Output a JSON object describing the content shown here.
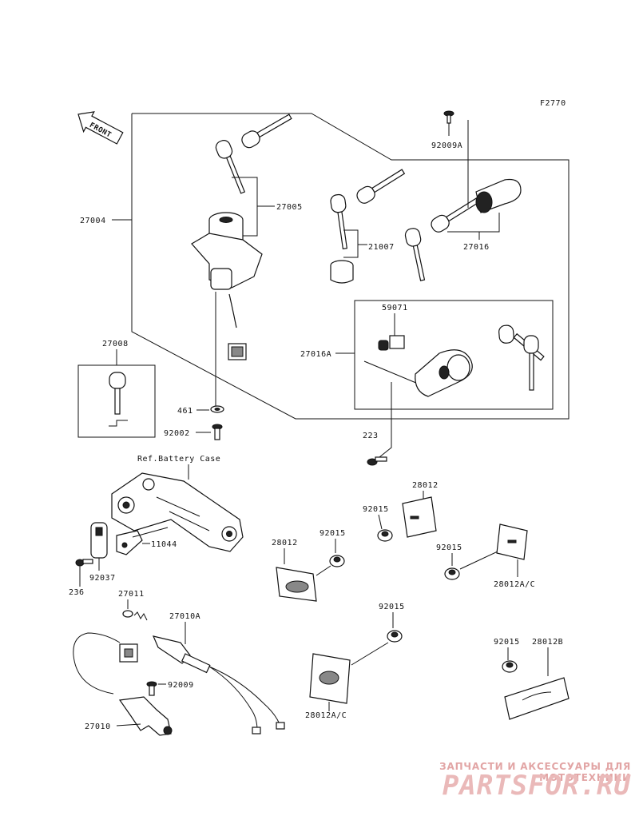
{
  "figure_code": "F2770",
  "front_label": "FRONT",
  "reference_note": "Ref.Battery Case",
  "part_numbers": {
    "p_27004": "27004",
    "p_27005": "27005",
    "p_21007": "21007",
    "p_27016": "27016",
    "p_92009A": "92009A",
    "p_59071": "59071",
    "p_27016A": "27016A",
    "p_223": "223",
    "p_27008": "27008",
    "p_461": "461",
    "p_92002": "92002",
    "p_11044": "11044",
    "p_92037": "92037",
    "p_236": "236",
    "p_28012_mid": "28012",
    "p_92015_mid": "92015",
    "p_28012_left": "28012",
    "p_92015_left": "92015",
    "p_92015_right": "92015",
    "p_28012AC_right": "28012A/C",
    "p_27011": "27011",
    "p_27010A": "27010A",
    "p_92009": "92009",
    "p_27010": "27010",
    "p_92015_low": "92015",
    "p_28012AC_low": "28012A/C",
    "p_92015_br": "92015",
    "p_28012B": "28012B"
  },
  "watermark": {
    "tagline": "ЗАПЧАСТИ И АКСЕССУАРЫ ДЛЯ МОТОТЕХНИКИ",
    "brand": "PARTSFOR.RU"
  },
  "icons": [
    "front-arrow-icon",
    "key-icon",
    "ignition-switch-icon",
    "lock-cylinder-icon",
    "screw-icon",
    "nut-icon",
    "washer-icon",
    "reflector-icon",
    "battery-case-bracket-icon",
    "switch-sensor-icon"
  ]
}
